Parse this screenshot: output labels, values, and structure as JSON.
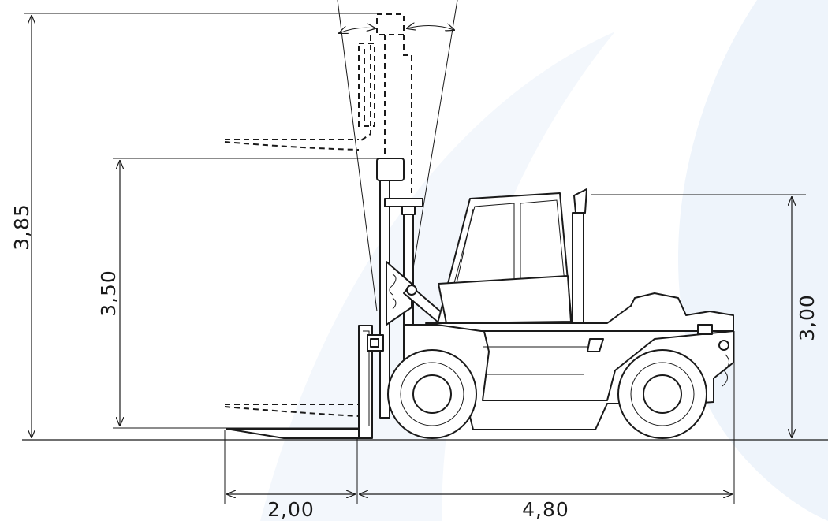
{
  "colors": {
    "background": "#ffffff",
    "watermark": "#eef4fb",
    "line": "#1a1a1a"
  },
  "dimensions": {
    "overall_height": "3,85",
    "lift_height": "3,50",
    "cab_height": "3,00",
    "fork_length": "2,00",
    "body_length": "4,80"
  }
}
